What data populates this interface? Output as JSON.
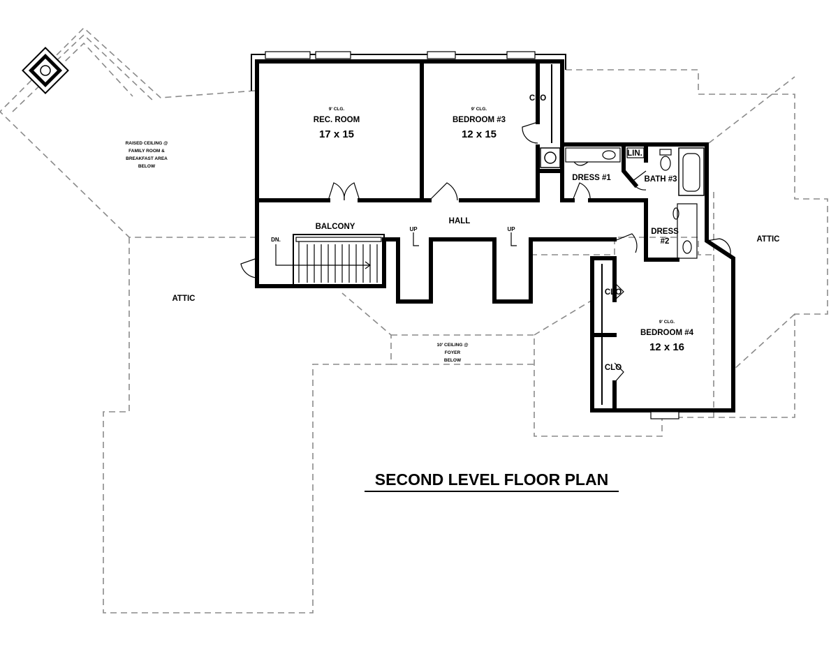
{
  "title": "SECOND LEVEL FLOOR PLAN",
  "rooms": {
    "rec_room": {
      "clg": "9' CLG.",
      "name": "REC. ROOM",
      "size": "17 x 15"
    },
    "bedroom3": {
      "clg": "9' CLG.",
      "name": "BEDROOM #3",
      "size": "12 x 15"
    },
    "bedroom4": {
      "clg": "9' CLG.",
      "name": "BEDROOM #4",
      "size": "12 x 16"
    },
    "hall": "HALL",
    "balcony": "BALCONY",
    "dress1": "DRESS #1",
    "dress2_line1": "DRESS",
    "dress2_line2": "#2",
    "bath3": "BATH #3",
    "lin": "LIN.",
    "clo": "CLO",
    "dn": "DN.",
    "up": "UP"
  },
  "notes": {
    "raised": [
      "RAISED CEILING @",
      "FAMILY ROOM &",
      "BREAKFAST AREA",
      "BELOW"
    ],
    "foyer": [
      "10' CEILING @",
      "FOYER",
      "BELOW"
    ],
    "attic": "ATTIC"
  },
  "colors": {
    "walls": "#000000",
    "dashed_outline": "#8a8a8a",
    "background": "#ffffff"
  }
}
